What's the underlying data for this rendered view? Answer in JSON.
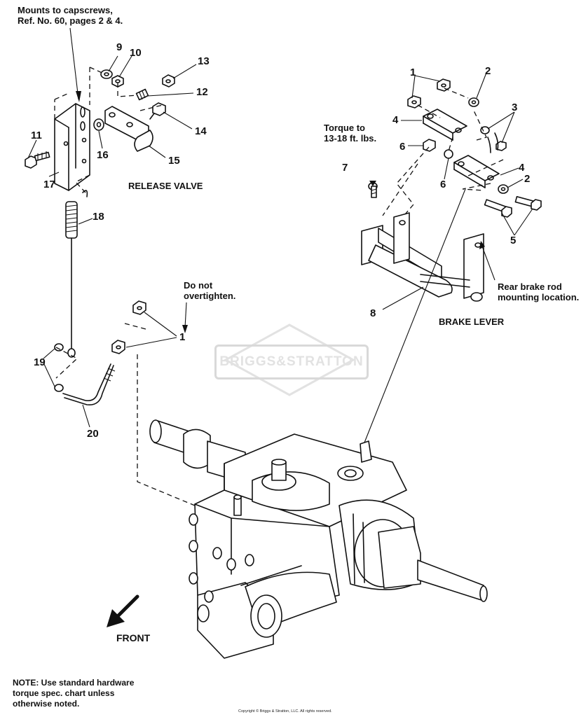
{
  "labels": {
    "mounts_note": "Mounts to capscrews,\nRef. No. 60, pages 2 & 4.",
    "release_valve": "RELEASE VALVE",
    "torque_note": "Torque to\n13-18 ft. lbs.",
    "do_not_overtighten": "Do not\novertighten.",
    "rear_brake_rod": "Rear brake rod\nmounting location.",
    "brake_lever": "BRAKE LEVER",
    "front": "FRONT"
  },
  "watermark": "BRIGGS&STRATTON",
  "note": "NOTE: Use standard hardware\ntorque spec. chart unless\notherwise noted.",
  "copyright": "Copyright © Briggs & Stratton, LLC. All rights reserved.",
  "callouts": {
    "n9": "9",
    "n10": "10",
    "n13": "13",
    "n12": "12",
    "n14": "14",
    "n11": "11",
    "n16": "16",
    "n15": "15",
    "n17": "17",
    "n18": "18",
    "n19": "19",
    "n20": "20",
    "n1_left": "1",
    "n1_right": "1",
    "n2_top": "2",
    "n3": "3",
    "n4_top": "4",
    "n6_left": "6",
    "n7": "7",
    "n6_right": "6",
    "n4_right": "4",
    "n2_right": "2",
    "n5": "5",
    "n8": "8"
  },
  "colors": {
    "ink": "#111111",
    "watermark": "#d9d9d9",
    "background": "#ffffff"
  },
  "icons": {
    "front_arrow": "arrow-down-left-icon"
  }
}
